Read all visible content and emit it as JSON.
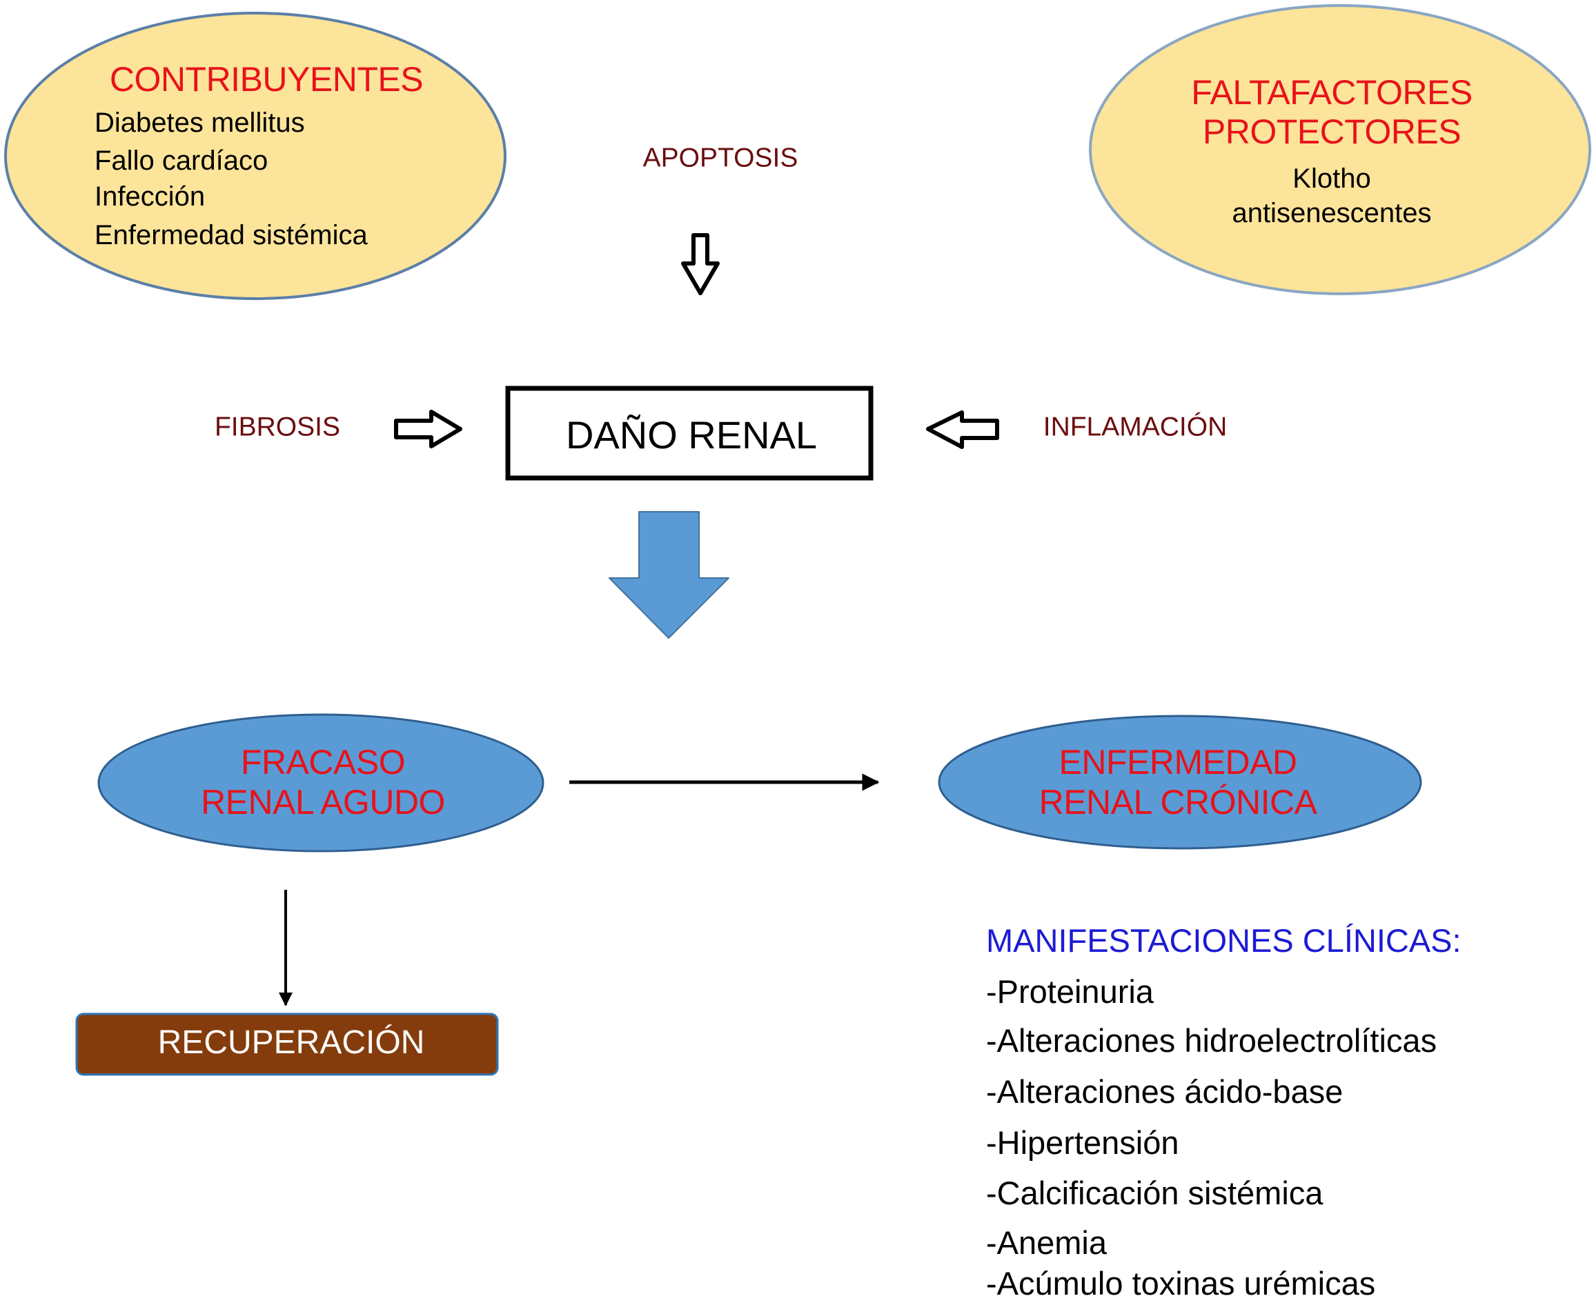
{
  "diagram": {
    "contributors": {
      "title": "CONTRIBUYENTES",
      "items": [
        "Diabetes mellitus",
        "Fallo cardíaco",
        "Infección",
        "Enfermedad sistémica"
      ]
    },
    "protective": {
      "title_line1": "FALTAFACTORES",
      "title_line2": "PROTECTORES",
      "items": [
        "Klotho",
        "antisenescentes"
      ]
    },
    "mechanisms": {
      "top": "APOPTOSIS",
      "left": "FIBROSIS",
      "right": "INFLAMACIÓN"
    },
    "central_node": "DAÑO RENAL",
    "outcomes": {
      "acute_line1": "FRACASO",
      "acute_line2": "RENAL AGUDO",
      "chronic_line1": "ENFERMEDAD",
      "chronic_line2": "RENAL CRÓNICA",
      "recovery": "RECUPERACIÓN"
    },
    "manifestations": {
      "title": "MANIFESTACIONES CLÍNICAS:",
      "items": [
        "-Proteinuria",
        "-Alteraciones hidroelectrolíticas",
        "-Alteraciones ácido-base",
        "-Hipertensión",
        "-Calcificación sistémica",
        "-Anemia",
        "-Acúmulo toxinas urémicas"
      ]
    },
    "colors": {
      "yellow_oval": "#fce49a",
      "blue_shape": "#5b9bd5",
      "outline_blue": "#41719c",
      "recovery_brown": "#843c0c",
      "title_red": "#e8121a",
      "mechanism_maroon": "#6a0e0e",
      "heading_blue": "#1c1ad4"
    }
  }
}
